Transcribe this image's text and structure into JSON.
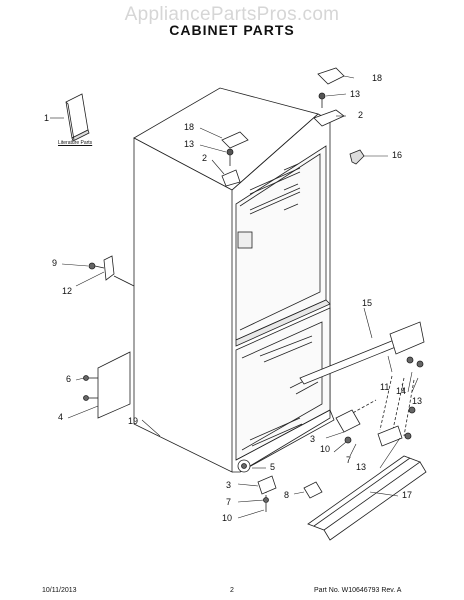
{
  "watermark": "AppliancePartsPros.com",
  "title": "CABINET PARTS",
  "literature_label": "Literature Parts",
  "footer": {
    "date": "10/11/2013",
    "page": "2",
    "part_no": "Part No. W10646793  Rev. A"
  },
  "callouts": {
    "c1": "1",
    "c18a": "18",
    "c13a": "13",
    "c2a": "2",
    "c16": "16",
    "c18b": "18",
    "c13b": "13",
    "c2b": "2",
    "c9": "9",
    "c12": "12",
    "c15": "15",
    "c6": "6",
    "c4": "4",
    "c11": "11",
    "c14": "14",
    "c13c": "13",
    "c3a": "3",
    "c10a": "10",
    "c7a": "7",
    "c13d": "13",
    "c19": "19",
    "c5": "5",
    "c3b": "3",
    "c7b": "7",
    "c10b": "10",
    "c8": "8",
    "c17": "17"
  }
}
